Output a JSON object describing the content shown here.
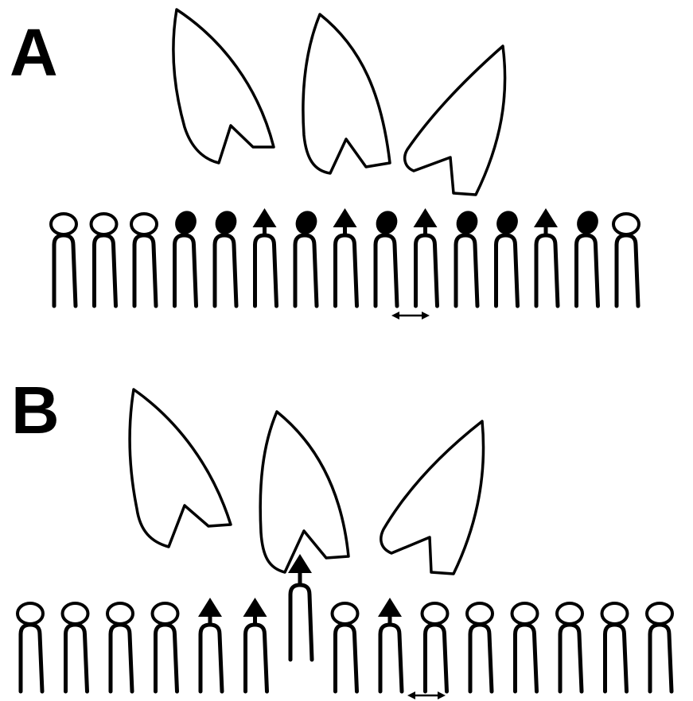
{
  "panels": [
    {
      "label": "A",
      "proteins": [
        "protein",
        "protein",
        "protein"
      ],
      "lipids": [
        "open",
        "open",
        "open",
        "filled",
        "filled",
        "arrow",
        "filled",
        "arrow",
        "filled",
        "arrow",
        "filled",
        "filled",
        "arrow",
        "filled",
        "open"
      ],
      "displacement_marker": "double-arrow"
    },
    {
      "label": "B",
      "proteins": [
        "protein",
        "protein",
        "protein"
      ],
      "lipids": [
        "open",
        "open",
        "open",
        "open",
        "arrow",
        "arrow",
        "arrow-raised",
        "open",
        "arrow",
        "open",
        "open",
        "open",
        "open",
        "open",
        "open"
      ],
      "displacement_marker": "double-arrow"
    }
  ],
  "colors": {
    "ink": "#000000",
    "background": "#ffffff"
  }
}
